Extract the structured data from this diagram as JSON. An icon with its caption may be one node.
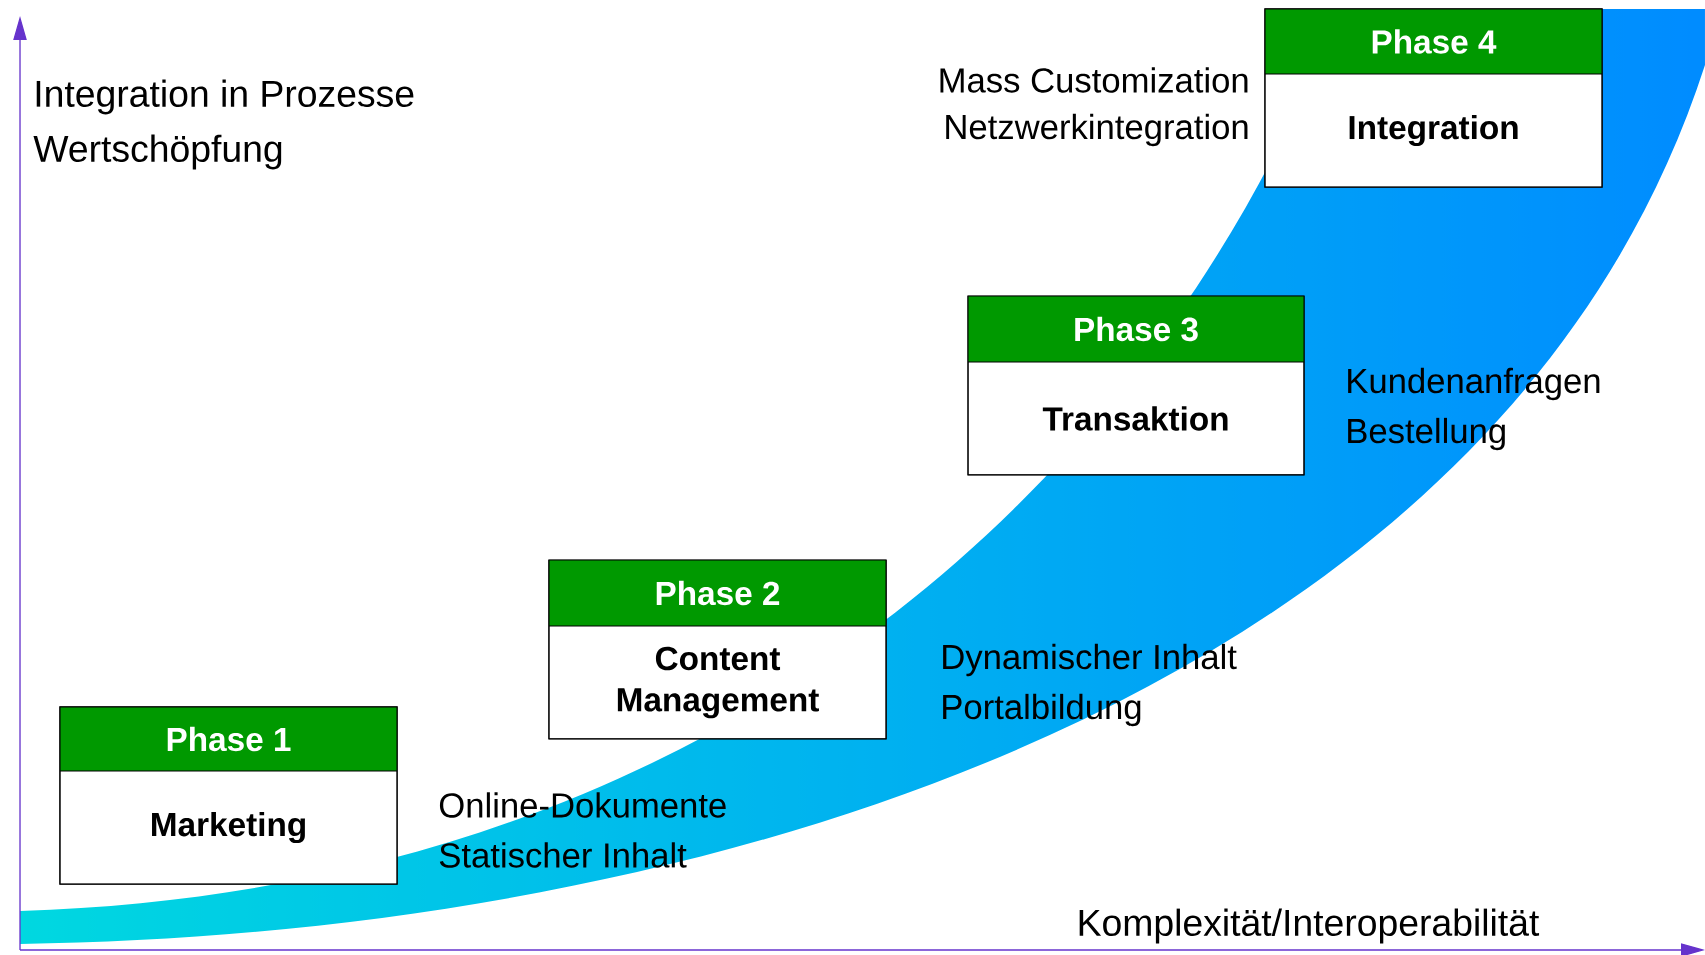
{
  "diagram": {
    "nodes": [
      {
        "text": [
          "Phase 1",
          "Marketing"
        ],
        "beside": [
          "Online-Dokumente",
          "Statischer Inhalt"
        ]
      },
      {
        "text": [
          "Phase 2",
          "Content Management"
        ],
        "beside": [
          "Dynamischer Inhalt",
          "Portalbildung"
        ]
      },
      {
        "text": [
          "Phase 3",
          "Transaktion"
        ],
        "beside": [
          "Kundenanfragen",
          "Bestellung"
        ]
      },
      {
        "text": [
          "Phase 4",
          "Integration"
        ],
        "beside": [
          "Mass Customization",
          "Netzwerkintegration"
        ]
      }
    ],
    "labels": [
      "Integration in Prozesse",
      "Wertschöpfung",
      "Komplexität/Interoperabilität"
    ]
  }
}
